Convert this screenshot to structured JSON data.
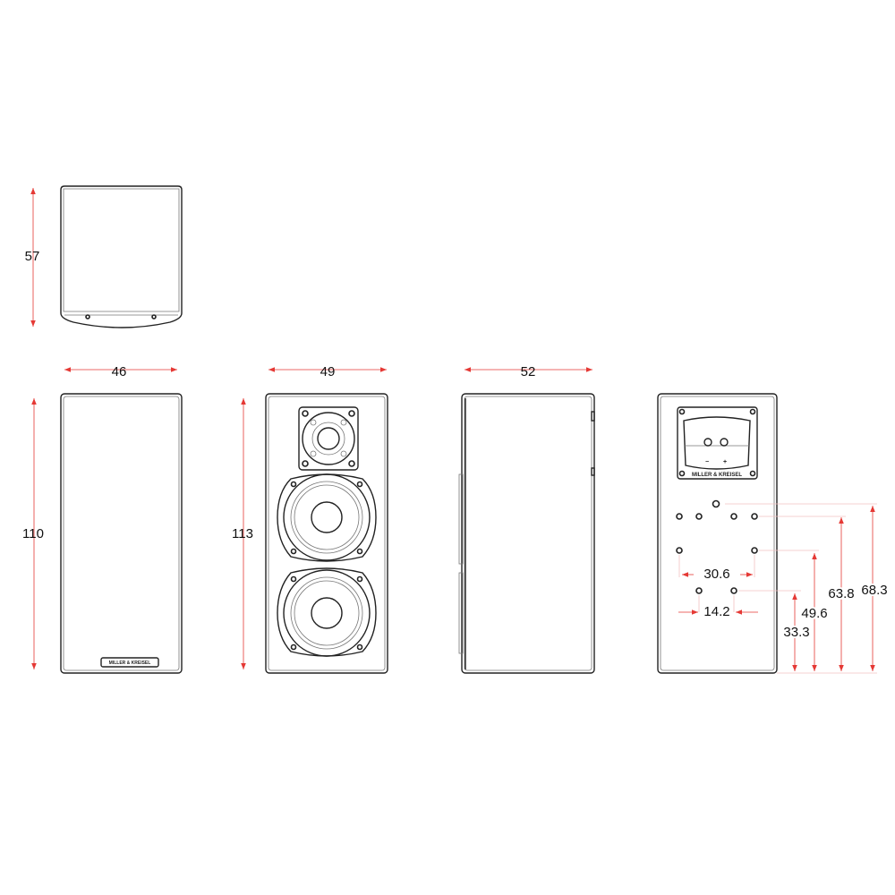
{
  "dimensions": {
    "top_depth": "57",
    "front_height": "110",
    "front_width": "46",
    "grille_off_height": "113",
    "grille_off_width": "49",
    "side_width": "52",
    "mount_outer_spacing": "30.6",
    "mount_inner_spacing": "14.2",
    "mount_hole_height_low": "33.3",
    "mount_hole_height_mid": "49.6",
    "mount_hole_height_upper": "63.8",
    "mount_hole_height_top": "68.3"
  },
  "brand": "MILLER & KREISEL",
  "terminal_labels": {
    "minus": "−",
    "plus": "+"
  },
  "colors": {
    "dimension": "#e53935",
    "outline": "#222222"
  }
}
